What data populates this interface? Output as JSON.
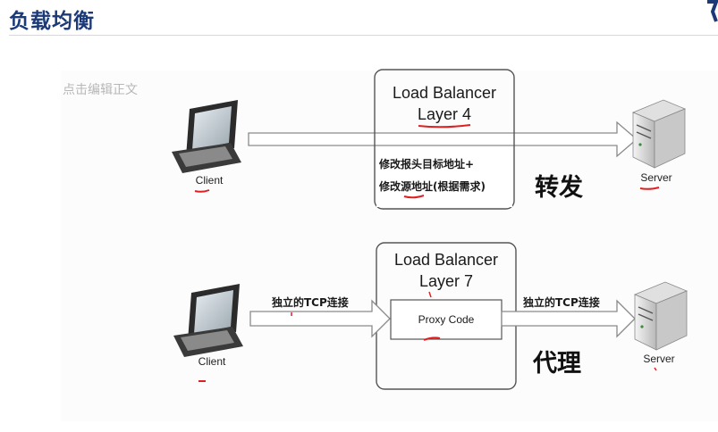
{
  "page": {
    "title": "负载均衡",
    "editor_placeholder": "点击编辑正文"
  },
  "diagram": {
    "top": {
      "balancer_line1": "Load Balancer",
      "balancer_line2": "Layer 4",
      "note_line1": "修改报头目标地址+",
      "note_line2": "修改源地址(根据需求)",
      "client_label": "Client",
      "server_label": "Server",
      "action_label": "转发"
    },
    "bottom": {
      "balancer_line1": "Load Balancer",
      "balancer_line2": "Layer 7",
      "proxy_label": "Proxy Code",
      "left_conn_label": "独立的TCP连接",
      "right_conn_label": "独立的TCP连接",
      "client_label": "Client",
      "server_label": "Server",
      "action_label": "代理"
    }
  },
  "colors": {
    "title": "#1c3a78",
    "annotation_red": "#e02020",
    "box_border": "#555555"
  }
}
